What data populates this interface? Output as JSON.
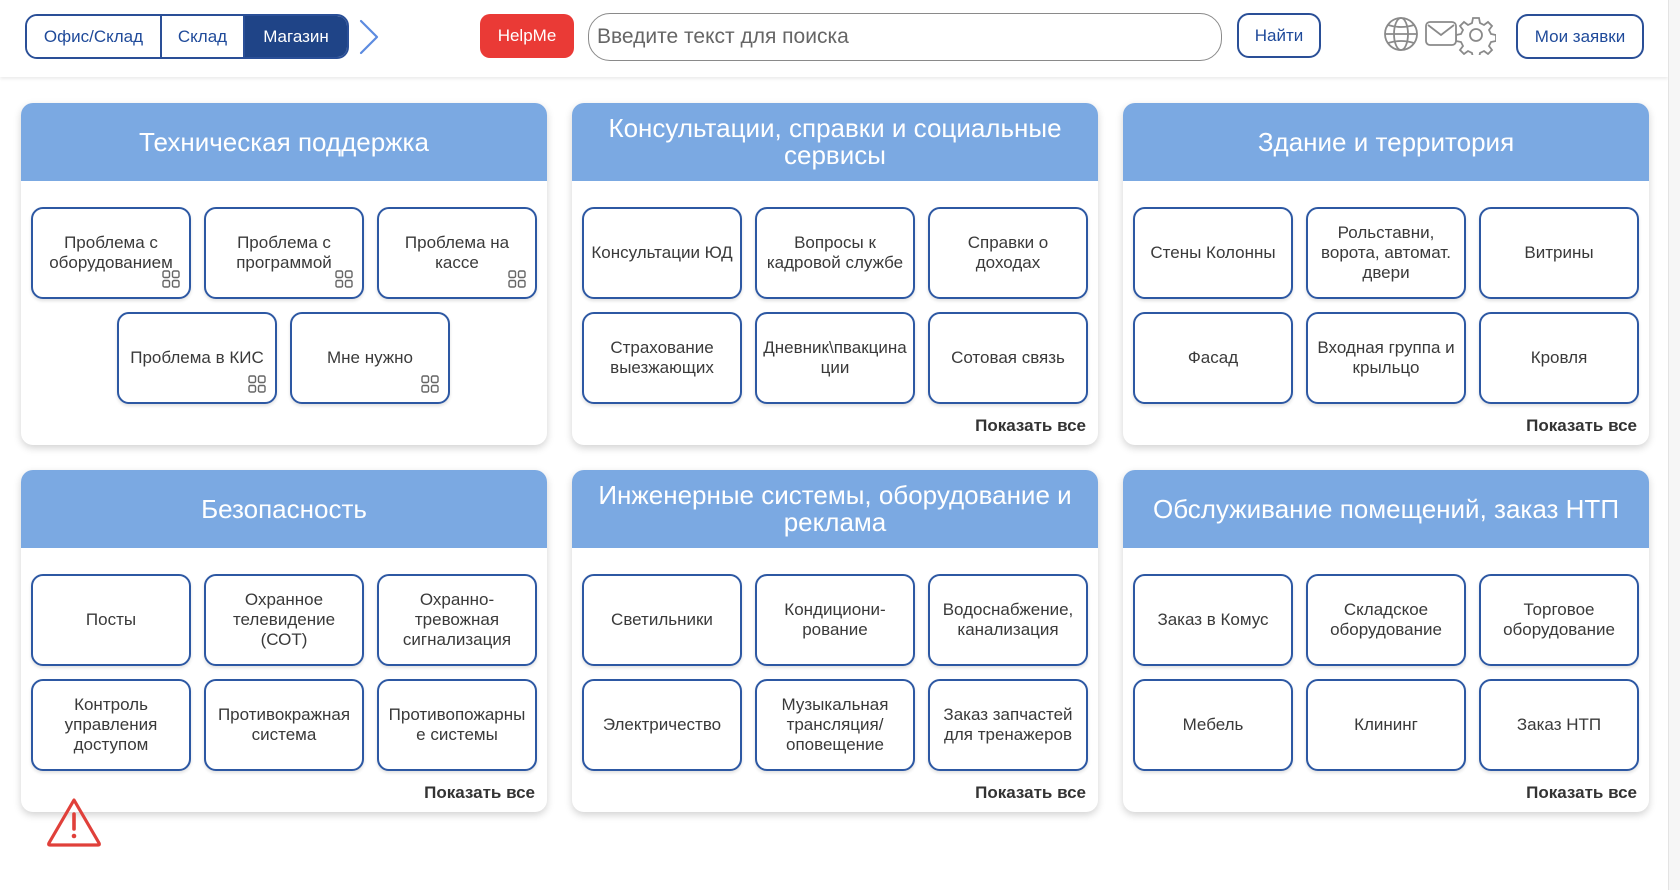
{
  "topbar": {
    "segments": [
      {
        "label": "Офис/Склад",
        "active": false
      },
      {
        "label": "Склад",
        "active": false
      },
      {
        "label": "Магазин",
        "active": true
      }
    ],
    "chevron_icon": "chevron-right-icon",
    "helpme_label": "HelpMe",
    "search_placeholder": "Введите текст для поиска",
    "find_label": "Найти",
    "icons": [
      "globe-icon",
      "mail-icon",
      "gear-icon"
    ],
    "my_requests_label": "Мои заявки"
  },
  "colors": {
    "accent": "#1f4487",
    "card_header": "#7ba9e2",
    "helpme": "#ea3a36",
    "tile_border": "#2d58a3",
    "warning": "#e0403a"
  },
  "show_all_label": "Показать все",
  "cards": [
    {
      "title": "Техническая поддержка",
      "tiles": [
        {
          "label": "Проблема с оборудованием",
          "has_grid": true
        },
        {
          "label": "Проблема с программой",
          "has_grid": true
        },
        {
          "label": "Проблема на кассе",
          "has_grid": true
        },
        {
          "label": "Проблема в КИС",
          "has_grid": true
        },
        {
          "label": "Мне нужно",
          "has_grid": true
        }
      ],
      "show_all": false
    },
    {
      "title": "Консультации, справки и социальные сервисы",
      "tiles": [
        {
          "label": "Консультации ЮД"
        },
        {
          "label": "Вопросы к кадровой службе"
        },
        {
          "label": "Справки о доходах"
        },
        {
          "label": "Страхование выезжающих"
        },
        {
          "label": "Дневник\\пвакцинации"
        },
        {
          "label": "Сотовая связь"
        }
      ],
      "show_all": true
    },
    {
      "title": "Здание и территория",
      "tiles": [
        {
          "label": "Стены Колонны"
        },
        {
          "label": "Рольставни, ворота, автомат. двери"
        },
        {
          "label": "Витрины"
        },
        {
          "label": "Фасад"
        },
        {
          "label": "Входная группа и крыльцо"
        },
        {
          "label": "Кровля"
        }
      ],
      "show_all": true
    },
    {
      "title": "Безопасность",
      "tiles": [
        {
          "label": "Посты"
        },
        {
          "label": "Охранное телевидение (СОТ)"
        },
        {
          "label": "Охранно-тревожная сигнализация"
        },
        {
          "label": "Контроль управления доступом"
        },
        {
          "label": "Противокражная система"
        },
        {
          "label": "Противопожарные системы"
        }
      ],
      "show_all": true
    },
    {
      "title": "Инженерные системы, оборудование и реклама",
      "tiles": [
        {
          "label": "Светильники"
        },
        {
          "label": "Кондициони-рование"
        },
        {
          "label": "Водоснабжение, канализация"
        },
        {
          "label": "Электричество"
        },
        {
          "label": "Музыкальная трансляция/ оповещение"
        },
        {
          "label": "Заказ запчастей для тренажеров"
        }
      ],
      "show_all": true
    },
    {
      "title": "Обслуживание помещений, заказ НТП",
      "tiles": [
        {
          "label": "Заказ в Комус"
        },
        {
          "label": "Складское оборудование"
        },
        {
          "label": "Торговое оборудование"
        },
        {
          "label": "Мебель"
        },
        {
          "label": "Клининг"
        },
        {
          "label": "Заказ НТП"
        }
      ],
      "show_all": true
    }
  ],
  "warning_icon": "warning-triangle-icon"
}
